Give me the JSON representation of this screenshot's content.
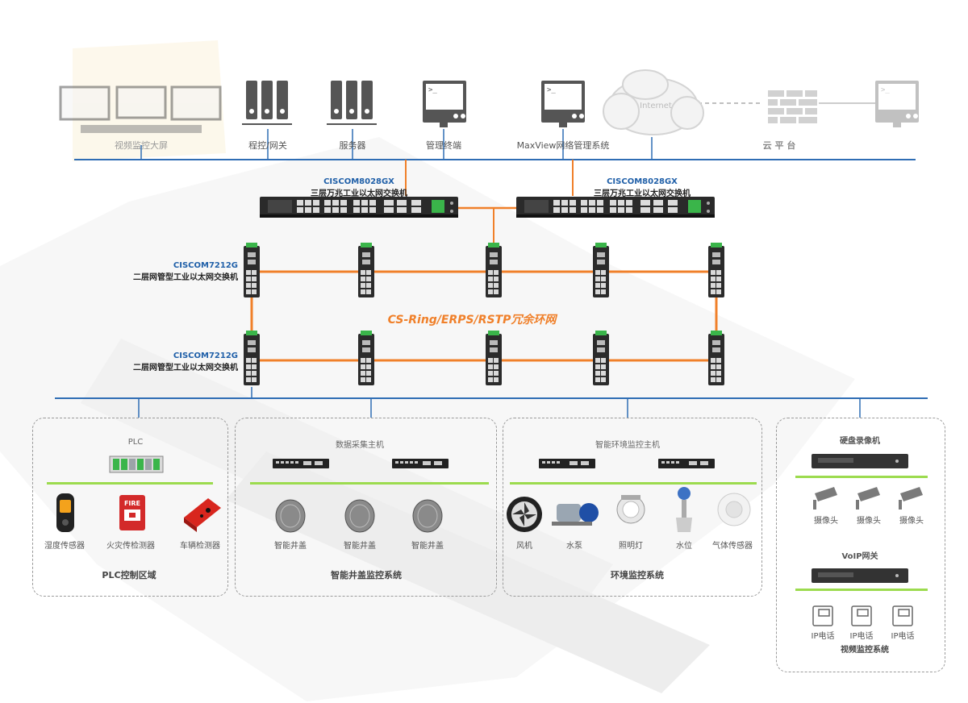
{
  "top_devices": {
    "video_wall": "视频监控大屏",
    "plc_gateway": "程控/网关",
    "servers": "服务器",
    "mgmt_terminal": "管理终端",
    "maxview": "MaxView网络管理系统",
    "internet": "Internet",
    "cloud_platform": "云 平 台"
  },
  "core_switches": [
    {
      "model": "CISCOM8028GX",
      "desc": "三层万兆工业以太网交换机"
    },
    {
      "model": "CISCOM8028GX",
      "desc": "三层万兆工业以太网交换机"
    }
  ],
  "ring": {
    "top_model": "CISCOM7212G",
    "top_desc": "二层网管型工业以太网交换机",
    "bottom_model": "CISCOM7212G",
    "bottom_desc": "二层网管型工业以太网交换机",
    "label": "CS-Ring/ERPS/RSTP冗余环网"
  },
  "plc_zone": {
    "header": "PLC",
    "items": [
      "湿度传感器",
      "火灾传检测器",
      "车辆检测器"
    ],
    "fire_text": "FIRE",
    "title": "PLC控制区域"
  },
  "manhole_zone": {
    "header": "数据采集主机",
    "items": [
      "智能井盖",
      "智能井盖",
      "智能井盖"
    ],
    "title": "智能井盖监控系统"
  },
  "env_zone": {
    "header": "智能环境监控主机",
    "items": [
      "风机",
      "水泵",
      "照明灯",
      "水位",
      "气体传感器"
    ],
    "title": "环境监控系统"
  },
  "video_zone": {
    "nvr": "硬盘录像机",
    "cameras": [
      "摄像头",
      "摄像头",
      "摄像头"
    ],
    "voip": "VoIP网关",
    "phones": [
      "IP电话",
      "IP电话",
      "IP电话"
    ],
    "title": "视频监控系统"
  },
  "colors": {
    "bus_blue": "#2f6db4",
    "ring_orange": "#f0802a",
    "zone_green": "#9cdb4e",
    "model_blue": "#1f5fa8"
  }
}
